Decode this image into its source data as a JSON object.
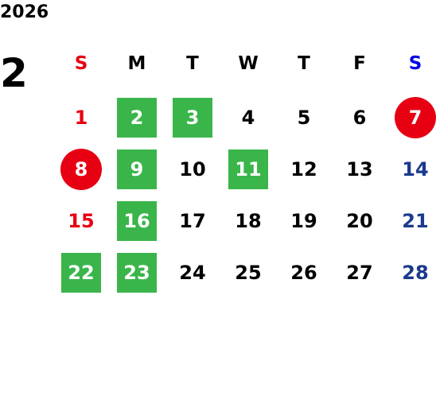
{
  "year": "2026",
  "month": "2",
  "colors": {
    "sunday": "#e60012",
    "saturday_header": "#0000e6",
    "saturday": "#1a3a8c",
    "weekday": "#000000",
    "closed_green": "#3ab54a",
    "holiday_red": "#e60012"
  },
  "weekdays": [
    "S",
    "M",
    "T",
    "W",
    "T",
    "F",
    "S"
  ],
  "weeks": [
    [
      {
        "day": "1",
        "mark": "none"
      },
      {
        "day": "2",
        "mark": "green-square"
      },
      {
        "day": "3",
        "mark": "green-square"
      },
      {
        "day": "4",
        "mark": "none"
      },
      {
        "day": "5",
        "mark": "none"
      },
      {
        "day": "6",
        "mark": "none"
      },
      {
        "day": "7",
        "mark": "red-circle"
      }
    ],
    [
      {
        "day": "8",
        "mark": "red-circle"
      },
      {
        "day": "9",
        "mark": "green-square"
      },
      {
        "day": "10",
        "mark": "none"
      },
      {
        "day": "11",
        "mark": "green-square"
      },
      {
        "day": "12",
        "mark": "none"
      },
      {
        "day": "13",
        "mark": "none"
      },
      {
        "day": "14",
        "mark": "none"
      }
    ],
    [
      {
        "day": "15",
        "mark": "none"
      },
      {
        "day": "16",
        "mark": "green-square"
      },
      {
        "day": "17",
        "mark": "none"
      },
      {
        "day": "18",
        "mark": "none"
      },
      {
        "day": "19",
        "mark": "none"
      },
      {
        "day": "20",
        "mark": "none"
      },
      {
        "day": "21",
        "mark": "none"
      }
    ],
    [
      {
        "day": "22",
        "mark": "green-square"
      },
      {
        "day": "23",
        "mark": "green-square"
      },
      {
        "day": "24",
        "mark": "none"
      },
      {
        "day": "25",
        "mark": "none"
      },
      {
        "day": "26",
        "mark": "none"
      },
      {
        "day": "27",
        "mark": "none"
      },
      {
        "day": "28",
        "mark": "none"
      }
    ]
  ]
}
